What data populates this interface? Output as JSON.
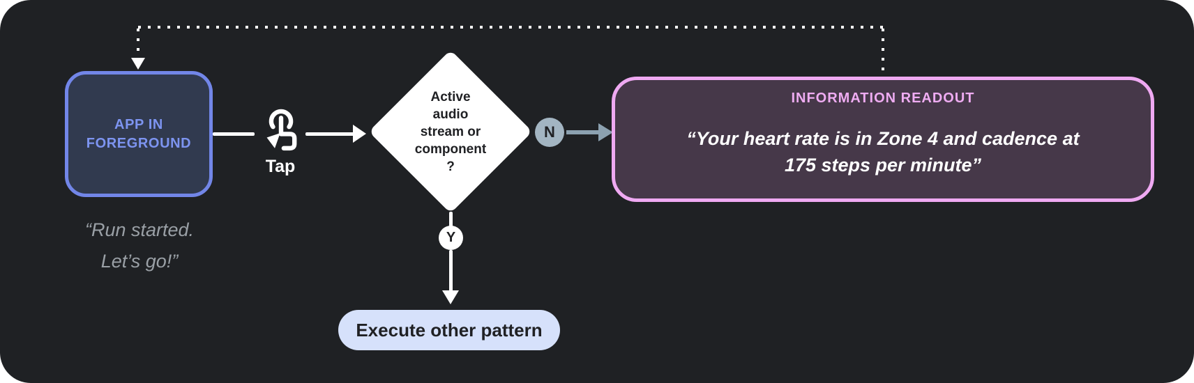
{
  "canvas": {
    "background": "#1f2124"
  },
  "app_node": {
    "label_line1": "APP IN",
    "label_line2": "FOREGROUND",
    "fill": "#313a4f",
    "border_color": "#7286e8",
    "text_color": "#7d94f0",
    "caption_line1": "“Run started.",
    "caption_line2": "Let’s go!”"
  },
  "tap": {
    "label": "Tap",
    "icon": "tap-gesture-icon"
  },
  "decision": {
    "lines": [
      "Active",
      "audio",
      "stream or",
      "component",
      "?"
    ],
    "fill": "#ffffff",
    "text_color": "#202124"
  },
  "branch_no": {
    "badge": "N",
    "badge_fill": "#a3b5c2",
    "arrow_color": "#8ca1b0"
  },
  "branch_yes": {
    "badge": "Y",
    "badge_fill": "#ffffff"
  },
  "readout": {
    "title": "INFORMATION READOUT",
    "quote_line1": "“Your heart rate is in Zone 4 and cadence at",
    "quote_line2": "175 steps per minute”",
    "border_color": "#efa9f2",
    "fill": "#463849",
    "title_color": "#efacf2"
  },
  "execute_node": {
    "label": "Execute other pattern",
    "fill": "#d6e1fb",
    "text_color": "#202124"
  }
}
